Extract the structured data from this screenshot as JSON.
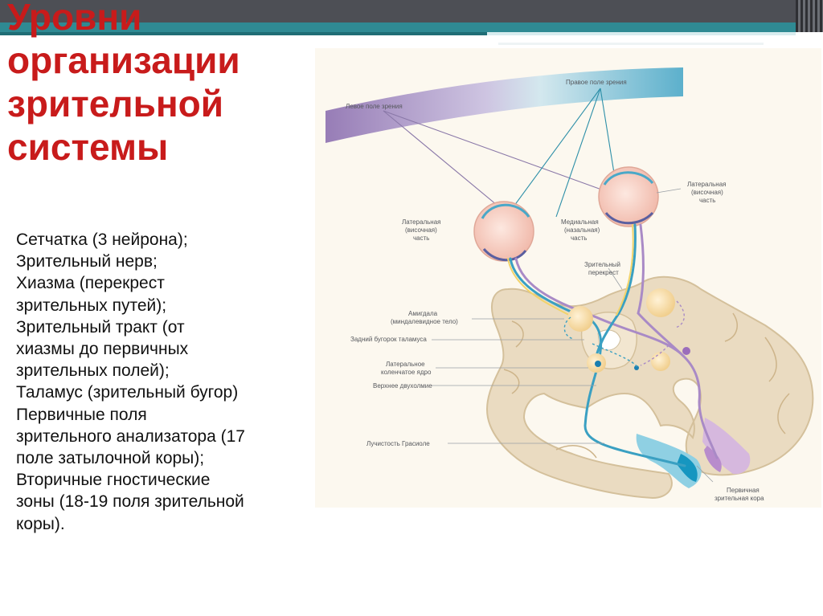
{
  "slide": {
    "title_lines": [
      "Уровни",
      "организации",
      "зрительной",
      "системы"
    ],
    "levels": [
      "Сетчатка (3 нейрона);",
      "Зрительный нерв;",
      "Хиазма (перекрест",
      "зрительных путей);",
      "Зрительный тракт (от",
      "хиазмы до первичных",
      "зрительных полей);",
      "Таламус (зрительный бугор)",
      "Первичные поля",
      "зрительного анализатора (17",
      "поле затылочной коры);",
      "Вторичные гностические",
      "зоны (18-19 поля зрительной",
      "коры)."
    ]
  },
  "figure": {
    "labels": {
      "right_field": "Правое поле зрения",
      "left_field": "Левое поле зрения",
      "lateral_right_1": "Латеральная",
      "lateral_right_2": "(височная)",
      "lateral_right_3": "часть",
      "lateral_left_1": "Латеральная",
      "lateral_left_2": "(височная)",
      "lateral_left_3": "часть",
      "medial_1": "Медиальная",
      "medial_2": "(назальная)",
      "medial_3": "часть",
      "chiasm_1": "Зрительный",
      "chiasm_2": "перекрест",
      "amygdala_1": "Амигдала",
      "amygdala_2": "(миндалевидное тело)",
      "pulvinar": "Задний бугорок таламуса",
      "lgn_1": "Латеральное",
      "lgn_2": "коленчатое ядро",
      "colliculus": "Верхнее двухолмие",
      "gratiolet": "Лучистость Грасиоле",
      "v1_1": "Первичная",
      "v1_2": "зрительная кора"
    },
    "colors": {
      "title": "#c81b1b",
      "teal": "#2f8a93",
      "brain": "#eadbc1",
      "eye": "#f6cfc3",
      "path_blue": "#3aa0c2",
      "path_purple": "#a98ac6"
    }
  }
}
